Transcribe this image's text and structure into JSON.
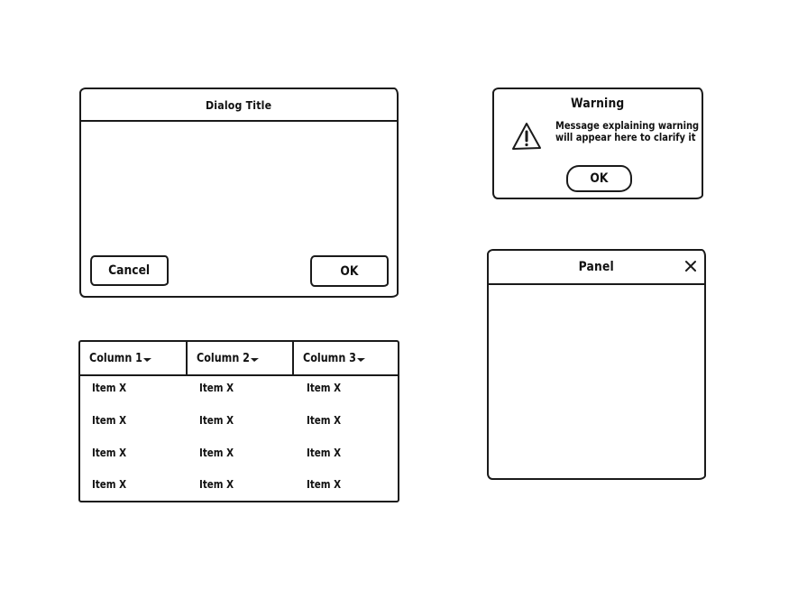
{
  "dialog": {
    "title": "Dialog Title",
    "cancel_label": "Cancel",
    "ok_label": "OK"
  },
  "warning": {
    "title": "Warning",
    "message_line1": "Message explaining warning",
    "message_line2": "will appear here to clarify it",
    "ok_label": "OK",
    "icon": "warning-triangle-icon"
  },
  "panel": {
    "title": "Panel",
    "close_icon": "close-icon"
  },
  "table": {
    "columns": [
      "Column 1",
      "Column 2",
      "Column 3"
    ],
    "rows": [
      [
        "Item X",
        "Item X",
        "Item X"
      ],
      [
        "Item X",
        "Item X",
        "Item X"
      ],
      [
        "Item X",
        "Item X",
        "Item X"
      ],
      [
        "Item X",
        "Item X",
        "Item X"
      ]
    ]
  }
}
